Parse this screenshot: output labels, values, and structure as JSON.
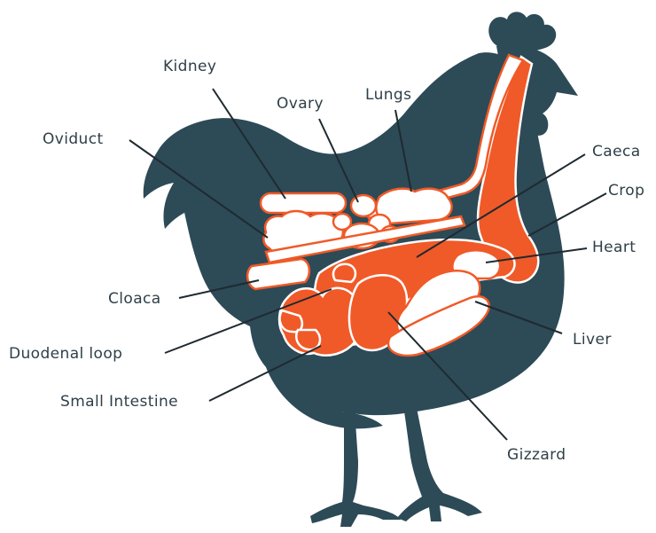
{
  "colors": {
    "silhouette": "#2d4a57",
    "organ_accent": "#f05a28",
    "organ_light": "#ffffff",
    "label_text": "#2e3f48",
    "leader_line": "#1f2a30"
  },
  "labels": {
    "kidney": "Kidney",
    "ovary": "Ovary",
    "lungs": "Lungs",
    "oviduct": "Oviduct",
    "caeca": "Caeca",
    "crop": "Crop",
    "heart": "Heart",
    "cloaca": "Cloaca",
    "liver": "Liver",
    "duodenal_loop": "Duodenal loop",
    "small_intestine": "Small Intestine",
    "gizzard": "Gizzard"
  }
}
